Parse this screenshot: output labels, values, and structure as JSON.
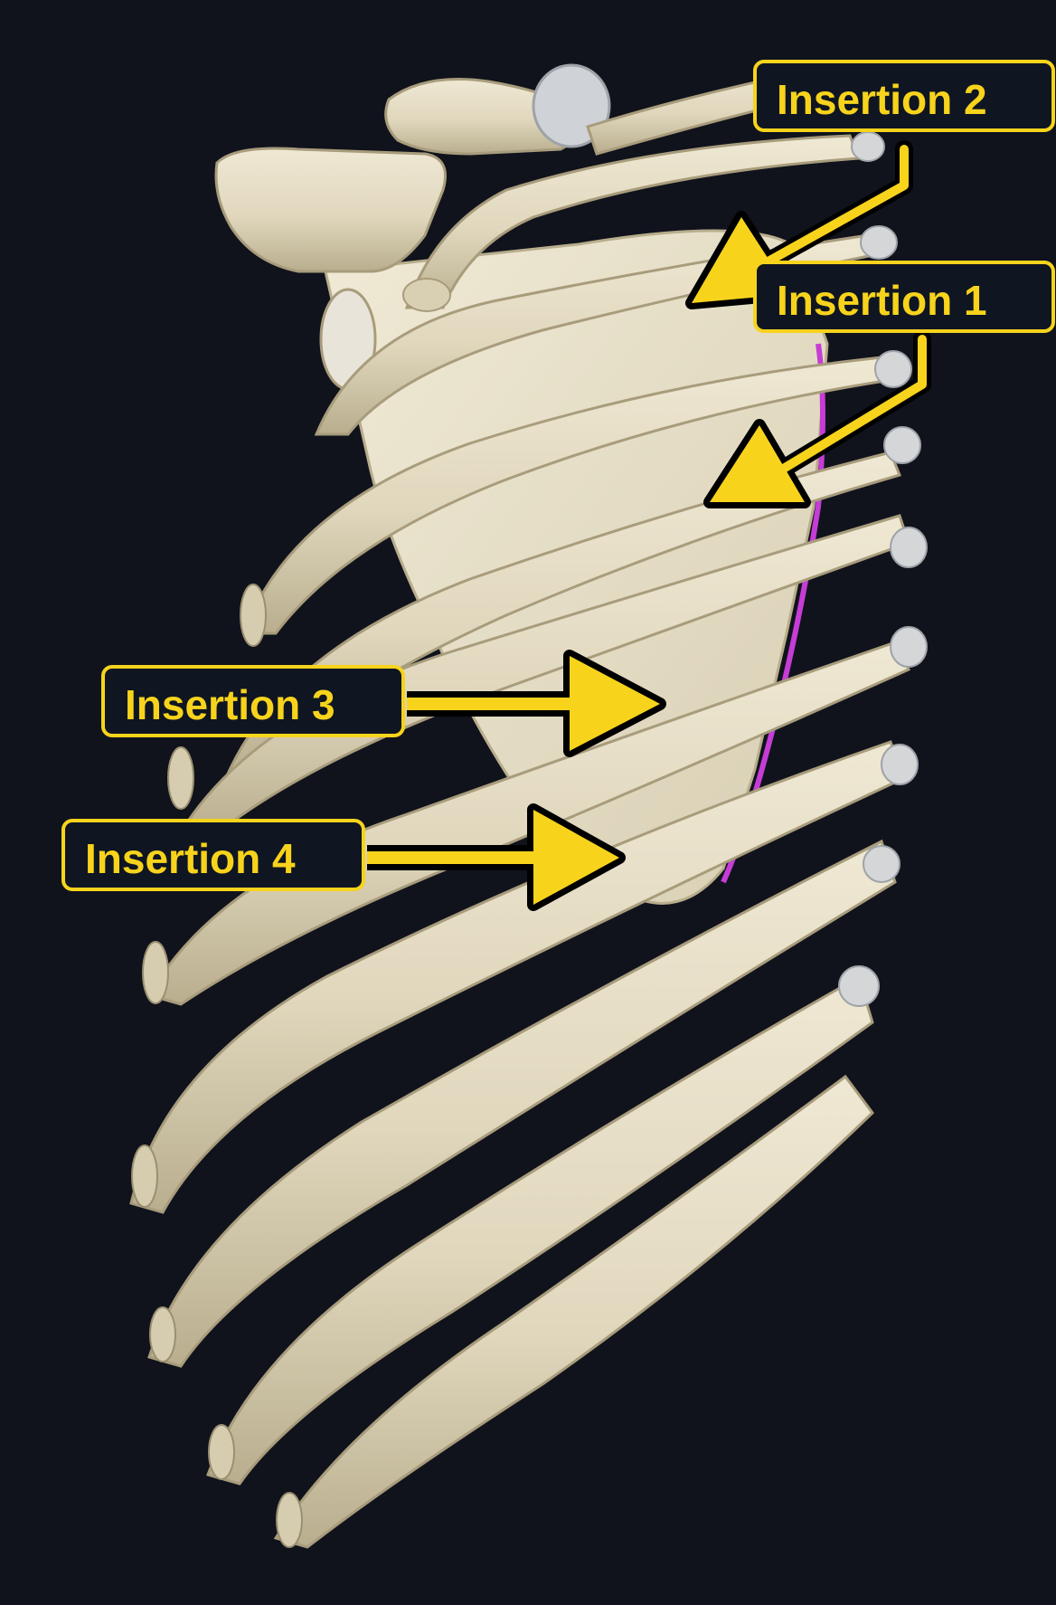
{
  "callouts": {
    "insertion_2": "Insertion 2",
    "insertion_1": "Insertion 1",
    "insertion_3": "Insertion 3",
    "insertion_4": "Insertion 4"
  },
  "colors": {
    "background": "#10131c",
    "bone": "#e4dcc4",
    "bone_shadow": "#c9c0a4",
    "callout": "#f7d31c",
    "callout_outline": "#000000",
    "insertion_line": "#c63cd6"
  },
  "image_content": "anterolateral view of right scapula, clavicle and ribs with four callouts marking insertion points along the medial border of the scapula (magenta line)"
}
